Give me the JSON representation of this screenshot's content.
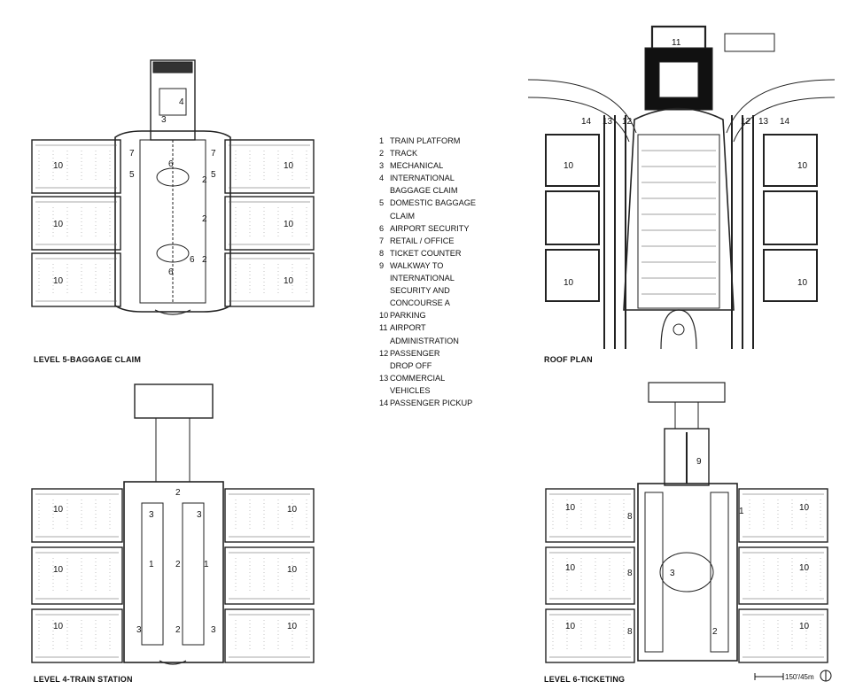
{
  "plans": {
    "level5": {
      "caption": "LEVEL 5-BAGGAGE CLAIM",
      "labels": {
        "parking_a": "10",
        "parking_b": "10",
        "parking_c": "10",
        "parking_d": "10",
        "parking_e": "10",
        "parking_f": "10",
        "baggage_claim_intl": "4",
        "mechanical": "3",
        "domestic_baggage_left": "5",
        "domestic_baggage_right": "5",
        "security_top": "6",
        "security_bottom": "6",
        "security_mid": "6",
        "track_a": "2",
        "track_b": "2",
        "track_c": "2",
        "retail_a": "7",
        "retail_b": "7"
      }
    },
    "roof": {
      "caption": "ROOF PLAN",
      "labels": {
        "admin": "11",
        "pickup_left": "14",
        "commercial_left": "13",
        "dropoff_left": "12",
        "dropoff_right": "12",
        "commercial_right": "13",
        "pickup_right": "14",
        "parking_a": "10",
        "parking_b": "10",
        "parking_c": "10",
        "parking_d": "10"
      }
    },
    "level4": {
      "caption": "LEVEL 4-TRAIN STATION",
      "labels": {
        "parking_a": "10",
        "parking_b": "10",
        "parking_c": "10",
        "parking_d": "10",
        "parking_e": "10",
        "parking_f": "10",
        "track_top": "2",
        "mech_a": "3",
        "mech_b": "3",
        "mech_c": "3",
        "mech_d": "3",
        "platform_a": "1",
        "platform_b": "1",
        "track_a": "2",
        "track_b": "2"
      }
    },
    "level6": {
      "caption": "LEVEL 6-TICKETING",
      "labels": {
        "walkway": "9",
        "parking_a": "10",
        "parking_b": "10",
        "parking_c": "10",
        "parking_d": "10",
        "parking_e": "10",
        "parking_f": "10",
        "ticket_a": "8",
        "ticket_b": "8",
        "ticket_c": "8",
        "mech": "3",
        "track": "2",
        "platform": "1"
      }
    }
  },
  "legend": [
    {
      "num": "1",
      "text": "TRAIN PLATFORM"
    },
    {
      "num": "2",
      "text": "TRACK"
    },
    {
      "num": "3",
      "text": "MECHANICAL"
    },
    {
      "num": "4",
      "text": "INTERNATIONAL\nBAGGAGE CLAIM"
    },
    {
      "num": "5",
      "text": "DOMESTIC BAGGAGE\nCLAIM"
    },
    {
      "num": "6",
      "text": "AIRPORT SECURITY"
    },
    {
      "num": "7",
      "text": "RETAIL / OFFICE"
    },
    {
      "num": "8",
      "text": "TICKET COUNTER"
    },
    {
      "num": "9",
      "text": "WALKWAY TO\nINTERNATIONAL\nSECURITY AND\nCONCOURSE A"
    },
    {
      "num": "10",
      "text": "PARKING"
    },
    {
      "num": "11",
      "text": "AIRPORT\nADMINISTRATION"
    },
    {
      "num": "12",
      "text": "PASSENGER\nDROP OFF"
    },
    {
      "num": "13",
      "text": "COMMERCIAL\nVEHICLES"
    },
    {
      "num": "14",
      "text": "PASSENGER PICKUP"
    }
  ],
  "scale_bar": {
    "label": "150'/45m"
  }
}
